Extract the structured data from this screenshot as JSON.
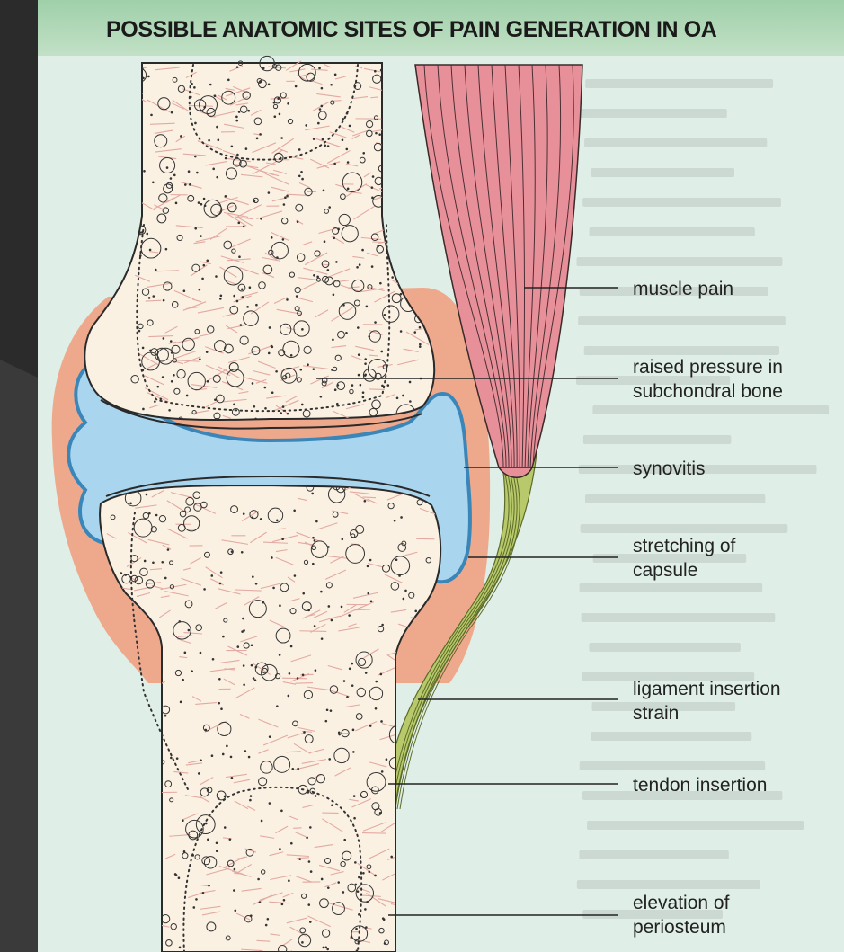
{
  "title": "POSSIBLE ANATOMIC SITES OF PAIN GENERATION IN OA",
  "labels": {
    "muscle_pain": [
      "muscle pain"
    ],
    "raised_pressure": [
      "raised pressure in",
      "subchondral bone"
    ],
    "synovitis": [
      "synovitis"
    ],
    "stretching_capsule": [
      "stretching of",
      "capsule"
    ],
    "ligament_strain": [
      "ligament insertion",
      "strain"
    ],
    "tendon_insertion": [
      "tendon insertion"
    ],
    "elevation_periosteum": [
      "elevation of",
      "periosteum"
    ]
  },
  "colors": {
    "page_background": "#dfeee6",
    "title_band": "#a9d5b1",
    "slide_frame": "#2b2b2b",
    "bone": "#fbf1e2",
    "muscle": "#e8909a",
    "tendon": "#b7c96a",
    "synovium": "#a9d5ee",
    "capsule": "#eea98c",
    "trabeculae": "#e3a9a2"
  }
}
